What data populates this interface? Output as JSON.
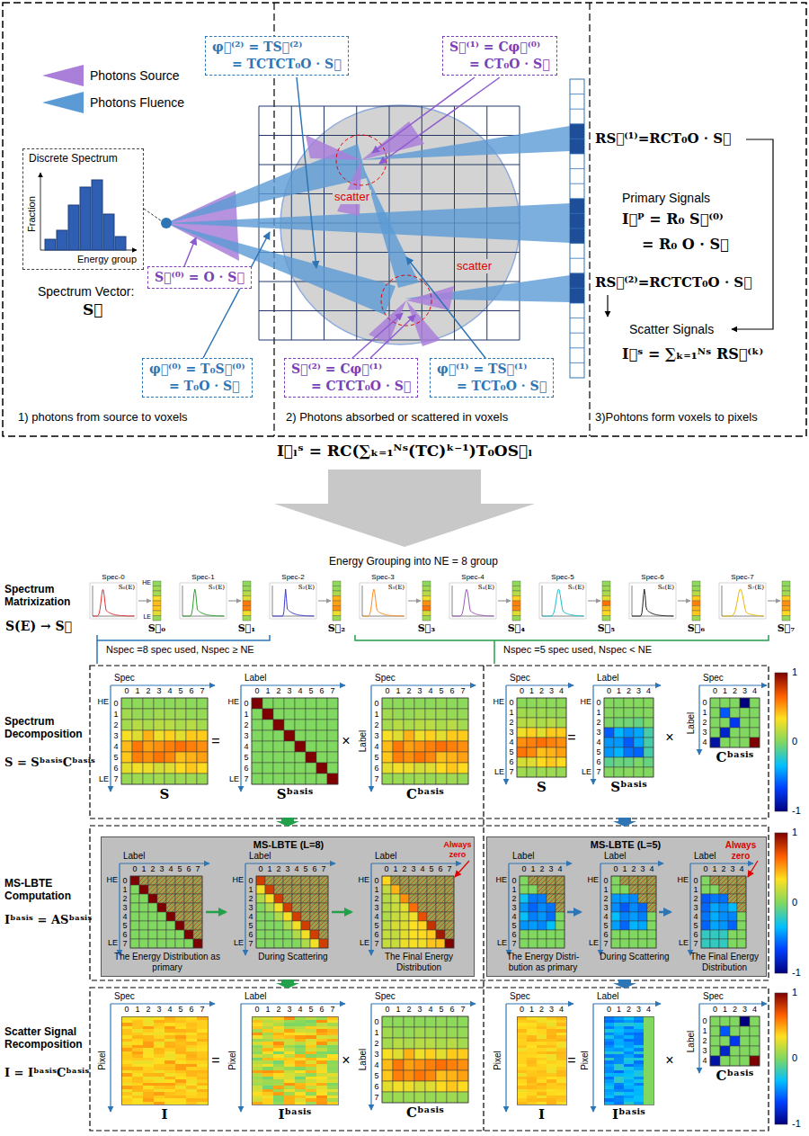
{
  "diagram": {
    "nodes": [
      {
        "text": [
          "φ⃗⁽²⁾ = TS⃗⁽²⁾",
          "= TCTCT₀O · S⃗"
        ]
      },
      {
        "text": [
          "S⃗⁽¹⁾ = Cφ⃗⁽⁰⁾",
          "= CT₀O · S⃗"
        ]
      },
      {
        "text": [
          "Discrete Spectrum",
          "Fraction",
          "Energy group"
        ]
      },
      {
        "text": [
          "S⃗⁽⁰⁾ = O · S⃗"
        ]
      },
      {
        "text": [
          "φ⃗⁽⁰⁾ = T₀S⃗⁽⁰⁾",
          "= T₀O · S⃗"
        ]
      },
      {
        "text": [
          "S⃗⁽²⁾ = Cφ⃗⁽¹⁾",
          "= CTCT₀O · S⃗"
        ]
      },
      {
        "text": [
          "φ⃗⁽¹⁾ = TS⃗⁽¹⁾",
          "= TCT₀O · S⃗"
        ]
      },
      {
        "text": [
          "MS-LBTE (L=8)",
          "Always zero",
          "The Energy Distribution as primary",
          "During Scattering",
          "The Final Energy Distribution"
        ]
      },
      {
        "text": [
          "MS-LBTE (L=5)",
          "Always zero",
          "The Energy Distri- bution as primary",
          "During Scattering",
          "The Final Energy Distribution"
        ]
      }
    ],
    "labels": [
      "Spectrum Vector:",
      "S⃗",
      "scatter",
      "scatter",
      "RS⃗⁽¹⁾=RCT₀O · S⃗",
      "Primary Signals",
      "I⃗ᴾ = R₀ S⃗⁽⁰⁾",
      "= R₀ O · S⃗",
      "RS⃗⁽²⁾=RCTCT₀O · S⃗",
      "Scatter Signals",
      "I⃗ˢ = ∑ₖ₌₁ᴺˢ RS⃗⁽ᵏ⁾",
      "1) photons from source to voxels",
      "2) Photons absorbed or scattered in voxels",
      "3)Pohtons form voxels to pixels",
      "I⃗ₗˢ = RC(∑ₖ₌₁ᴺˢ(TC)ᵏ⁻¹)T₀OS⃗ₗ",
      "Energy Grouping into NE = 8 group",
      "Spectrum Matrixization",
      "S(E) → S⃗",
      "Spec-0",
      "S₀(E)",
      "HE",
      "LE",
      "S⃗₀",
      "Spec-1",
      "S₁(E)",
      "S⃗₁",
      "Spec-2",
      "S₂(E)",
      "S⃗₂",
      "Spec-3",
      "S₃(E)",
      "S⃗₃",
      "Spec-4",
      "S₄(E)",
      "S⃗₄",
      "Spec-5",
      "S₅(E)",
      "S⃗₅",
      "Spec-6",
      "S₆(E)",
      "S⃗₆",
      "Spec-7",
      "S₇(E)",
      "S⃗₇",
      "Nspec =8 spec used, Nspec ≥ NE",
      "Nspec =5 spec used, Nspec < NE",
      "Spectrum Decomposition",
      "S = SᵇᵃˢⁱˢCᵇᵃˢⁱˢ",
      "MS-LBTE Computation",
      "Iᵇᵃˢⁱˢ = ASᵇᵃˢⁱˢ",
      "Scatter Signal Recomposition",
      "I = IᵇᵃˢⁱˢCᵇᵃˢⁱˢ",
      "Spec",
      "0 1 2 3 4 5 6 7",
      "HE",
      "LE",
      "0 1 2 3 4 5 6 7",
      "S",
      "=",
      "Label",
      "0 1 2 3 4 5 6 7",
      "HE",
      "LE",
      "0 1 2 3 4 5 6 7",
      "Sᵇᵃˢⁱˢ",
      "×",
      "Spec",
      "0 1 2 3 4 5 6 7",
      "Label",
      "0 1 2 3 4 5 6 7",
      "Cᵇᵃˢⁱˢ",
      "Spec",
      "0 1 2 3 4",
      "HE",
      "LE",
      "0 1 2 3 4 5 6 7",
      "S",
      "=",
      "Label",
      "0 1 2 3 4",
      "HE",
      "LE",
      "0 1 2 3 4 5 6 7",
      "Sᵇᵃˢⁱˢ",
      "×",
      "Spec",
      "0 1 2 3 4",
      "Label",
      "0 1 2 3 4",
      "Cᵇᵃˢⁱˢ",
      "Label",
      "0 1 2 3 4 5 6 7",
      "HE",
      "LE",
      "0 1 2 3 4 5 6 7",
      "Label",
      "0 1 2 3 4 5 6 7",
      "HE",
      "LE",
      "0 1 2 3 4 5 6 7",
      "Label",
      "0 1 2 3 4 5 6 7",
      "HE",
      "LE",
      "0 1 2 3 4 5 6 7",
      "Label",
      "0 1 2 3 4",
      "HE",
      "LE",
      "0 1 2 3 4 5 6 7",
      "Label",
      "0 1 2 3 4",
      "HE",
      "LE",
      "0 1 2 3 4 5 6 7",
      "Label",
      "0 1 2 3 4",
      "HE",
      "LE",
      "0 1 2 3 4 5 6 7",
      "Spec",
      "0 1 2 3 4 5 6 7",
      "Pixel",
      "I",
      "=",
      "Label",
      "0 1 2 3 4 5 6 7",
      "Pixel",
      "Iᵇᵃˢⁱˢ",
      "×",
      "Spec",
      "0 1 2 3 4 5 6 7",
      "Label",
      "0 1 2 3 4 5 6 7",
      "Cᵇᵃˢⁱˢ",
      "Spec",
      "0 1 2 3 4",
      "Pixel",
      "I",
      "=",
      "Label",
      "0 1 2 3 4",
      "Pixel",
      "Iᵇᵃˢⁱˢ",
      "×",
      "Spec",
      "0 1 2 3 4",
      "Label",
      "0 1 2 3 4",
      "Cᵇᵃˢⁱˢ",
      "1",
      "0",
      "-1",
      "1",
      "0",
      "-1",
      "1",
      "0",
      "-1"
    ],
    "legend": [
      {
        "text": "Photons Source",
        "color": "#a97fd9"
      },
      {
        "text": "Photons Fluence",
        "color": "#5b9bd5"
      }
    ]
  }
}
